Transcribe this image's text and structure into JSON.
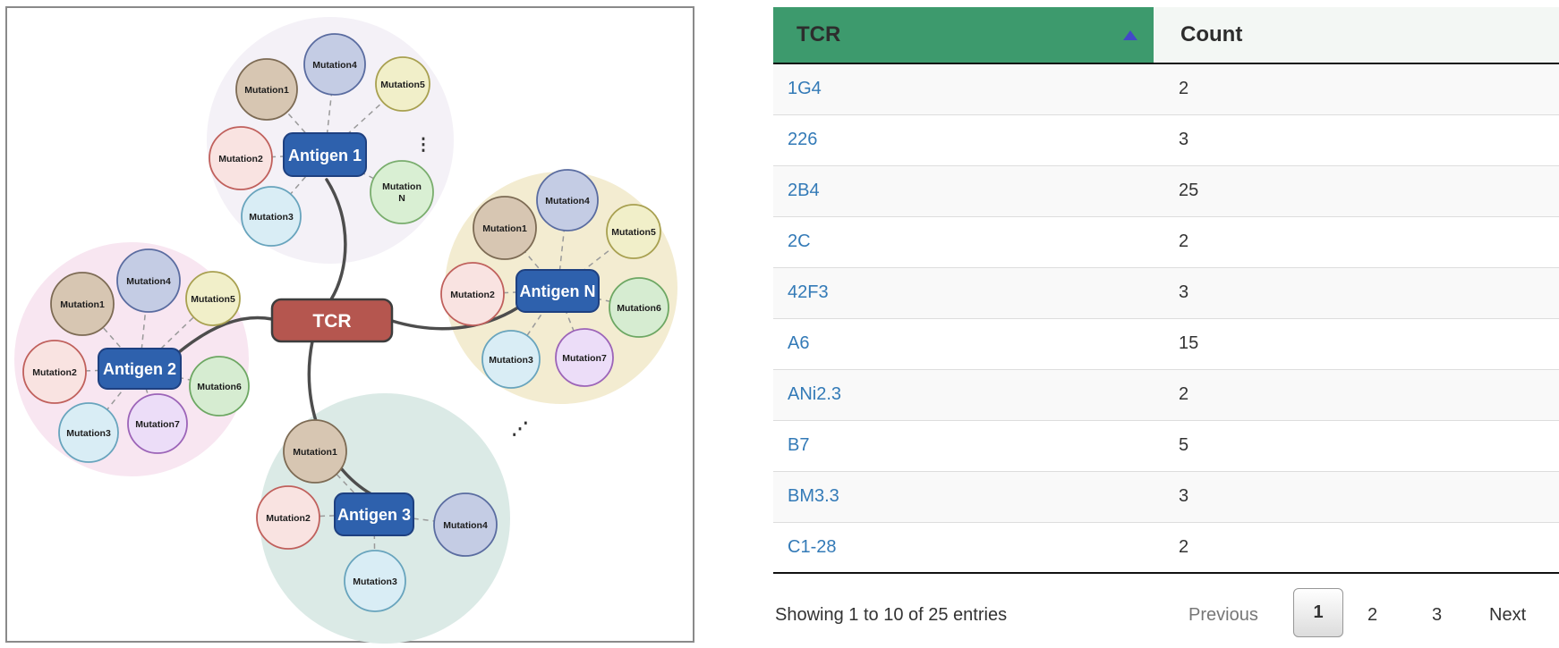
{
  "diagram": {
    "tcr_label": "TCR",
    "ellipsis_vertical": "⋮",
    "ellipsis_diagonal": "⋰",
    "colors": {
      "tcr_fill": "#b5564f",
      "antigen_fill": "#2e61ad",
      "mutation1_fill": "#d7c6b2",
      "mutation2_fill": "#f9e3e1",
      "mutation3_fill": "#d9edf5",
      "mutation4_fill": "#c4cce4",
      "mutation5_fill": "#f1efc9",
      "mutation6_fill": "#d6ecd1",
      "mutation7_fill": "#ecddf8",
      "mutation_n_fill": "#d9efd3",
      "cluster_top": "#f4f1f7",
      "cluster_right": "#f3ecd1",
      "cluster_left": "#f8e6f1",
      "cluster_bottom": "#dbeae6"
    },
    "clusters": [
      {
        "antigen": "Antigen 1",
        "mutations": [
          "Mutation1",
          "Mutation4",
          "Mutation5",
          "Mutation2",
          "Mutation3"
        ],
        "mutation_n": [
          "Mutation",
          "N"
        ]
      },
      {
        "antigen": "Antigen N",
        "mutations": [
          "Mutation1",
          "Mutation4",
          "Mutation5",
          "Mutation2",
          "Mutation6",
          "Mutation3",
          "Mutation7"
        ]
      },
      {
        "antigen": "Antigen 2",
        "mutations": [
          "Mutation1",
          "Mutation4",
          "Mutation5",
          "Mutation2",
          "Mutation6",
          "Mutation3",
          "Mutation7"
        ]
      },
      {
        "antigen": "Antigen 3",
        "mutations": [
          "Mutation1",
          "Mutation2",
          "Mutation4",
          "Mutation3"
        ]
      }
    ]
  },
  "table": {
    "columns": [
      {
        "label": "TCR",
        "sort": "ascending"
      },
      {
        "label": "Count",
        "sort": "unsorted"
      }
    ],
    "header_green": "#3d9a6d",
    "link_blue": "#337ab7",
    "rows": [
      {
        "tcr": "1G4",
        "count": "2"
      },
      {
        "tcr": "226",
        "count": "3"
      },
      {
        "tcr": "2B4",
        "count": "25"
      },
      {
        "tcr": "2C",
        "count": "2"
      },
      {
        "tcr": "42F3",
        "count": "3"
      },
      {
        "tcr": "A6",
        "count": "15"
      },
      {
        "tcr": "ANi2.3",
        "count": "2"
      },
      {
        "tcr": "B7",
        "count": "5"
      },
      {
        "tcr": "BM3.3",
        "count": "3"
      },
      {
        "tcr": "C1-28",
        "count": "2"
      }
    ],
    "footer": {
      "summary": "Showing 1 to 10 of 25 entries",
      "previous": "Previous",
      "pages": [
        "1",
        "2",
        "3"
      ],
      "active_page": "1",
      "next": "Next"
    }
  }
}
